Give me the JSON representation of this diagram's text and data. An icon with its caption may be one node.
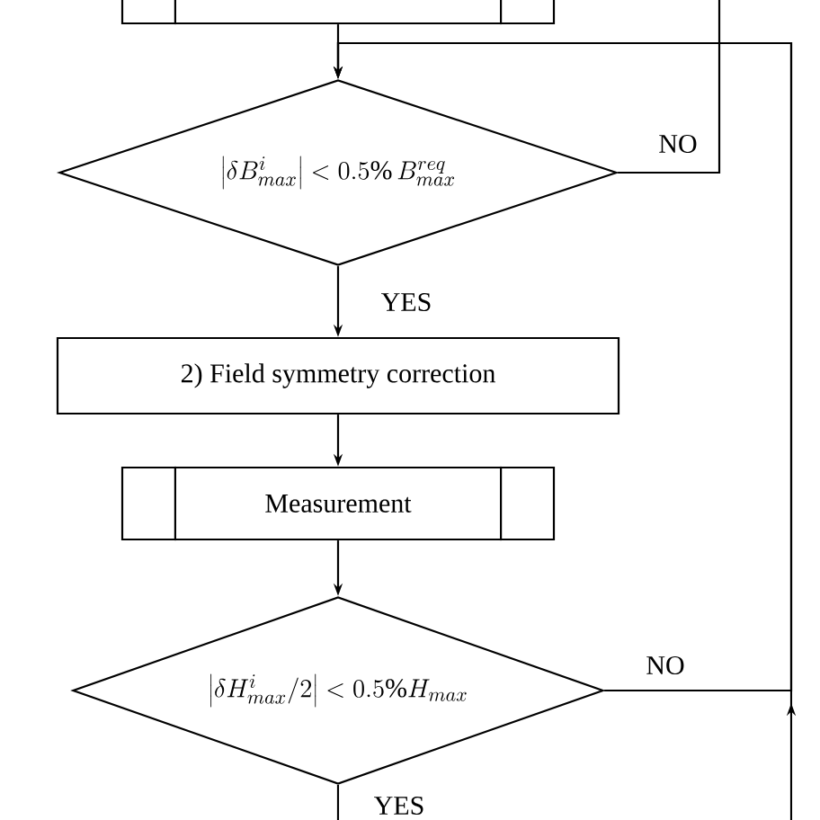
{
  "diagram": {
    "nodes": [
      {
        "text": [],
        "shape": "box"
      },
      {
        "text": [
          "\\left|\\delta B_{max}^{i}\\right|<0.5\\%\\,B_{max}^{req}"
        ]
      },
      {
        "text": [
          "2) Field symmetry correction"
        ]
      },
      {
        "text": [
          "Measurement"
        ]
      },
      {
        "text": [
          "\\left|\\delta H_{max}^{i}/2\\right|<0.5\\%H_{max}"
        ]
      }
    ],
    "edges": [
      {
        "from": 0,
        "to": 1,
        "arrow": "to"
      },
      {
        "from": 1,
        "to": null,
        "arrow": "none",
        "label": "NO"
      },
      {
        "from": 1,
        "to": 2,
        "arrow": "to",
        "label": "YES"
      },
      {
        "from": 2,
        "to": 3,
        "arrow": "to"
      },
      {
        "from": 3,
        "to": 4,
        "arrow": "to"
      },
      {
        "from": 4,
        "to": 1,
        "arrow": "to",
        "label": "NO"
      },
      {
        "from": 4,
        "to": null,
        "arrow": "none",
        "label": "YES"
      },
      {
        "from": null,
        "to": 1,
        "arrow": "to"
      }
    ]
  }
}
